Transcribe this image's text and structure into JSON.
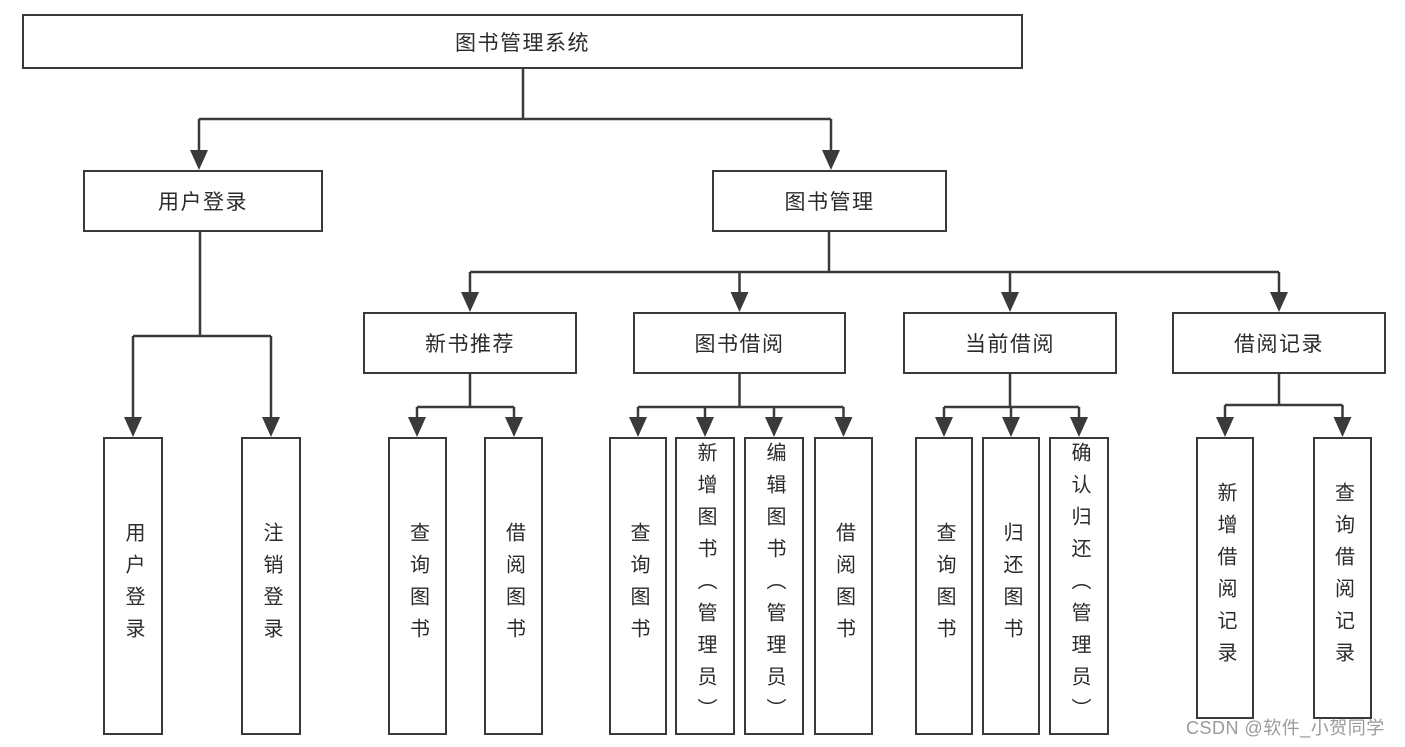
{
  "tree": {
    "label": "图书管理系统",
    "children": [
      {
        "label": "用户登录",
        "children": [
          {
            "label": "用户登录"
          },
          {
            "label": "注销登录"
          }
        ]
      },
      {
        "label": "图书管理",
        "children": [
          {
            "label": "新书推荐",
            "children": [
              {
                "label": "查询图书"
              },
              {
                "label": "借阅图书"
              }
            ]
          },
          {
            "label": "图书借阅",
            "children": [
              {
                "label": "查询图书"
              },
              {
                "label": "新增图书（管理员）"
              },
              {
                "label": "编辑图书（管理员）"
              },
              {
                "label": "借阅图书"
              }
            ]
          },
          {
            "label": "当前借阅",
            "children": [
              {
                "label": "查询图书"
              },
              {
                "label": "归还图书"
              },
              {
                "label": "确认归还（管理员）"
              }
            ]
          },
          {
            "label": "借阅记录",
            "children": [
              {
                "label": "新增借阅记录"
              },
              {
                "label": "查询借阅记录"
              }
            ]
          }
        ]
      }
    ]
  },
  "watermark": {
    "text": "CSDN @软件_小贺同学"
  },
  "colors": {
    "line": "#3a3a3a",
    "box_border": "#3a3a3a",
    "box_background": "#ffffff",
    "text": "#2b2b2b",
    "watermark": "#9a9a9a"
  }
}
